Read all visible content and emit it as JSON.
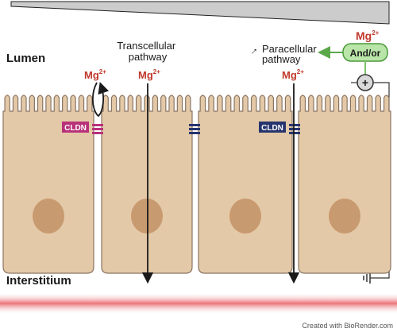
{
  "gradient_label": {
    "base": "Mg",
    "sup": "2+"
  },
  "regions": {
    "lumen": "Lumen",
    "interstitium": "Interstitium"
  },
  "pathways": {
    "transcellular": {
      "line1": "Transcellular",
      "line2": "pathway"
    },
    "paracellular": {
      "line1": "Paracellular",
      "line2": "pathway",
      "indicator": "↑"
    }
  },
  "ions": [
    {
      "id": "ion-1",
      "base": "Mg",
      "sup": "2+"
    },
    {
      "id": "ion-2",
      "base": "Mg",
      "sup": "2+"
    },
    {
      "id": "ion-3",
      "base": "Mg",
      "sup": "2+"
    }
  ],
  "and_or_label": "And/or",
  "voltage_symbol": "+",
  "claudins": [
    {
      "id": "cldn-left",
      "label": "CLDN",
      "color": "#b8327a"
    },
    {
      "id": "cldn-right",
      "label": "CLDN",
      "color": "#27356e"
    }
  ],
  "watermark": "Created with BioRender.com",
  "colors": {
    "mg_red": "#c0392b",
    "cell_fill": "#e4c9a8",
    "cell_stroke": "#8a7563",
    "nucleus": "#c89a6f",
    "green": "#7cc36a",
    "gradient_fill": "#cccccc",
    "interstitium_band": "#e8646a"
  }
}
